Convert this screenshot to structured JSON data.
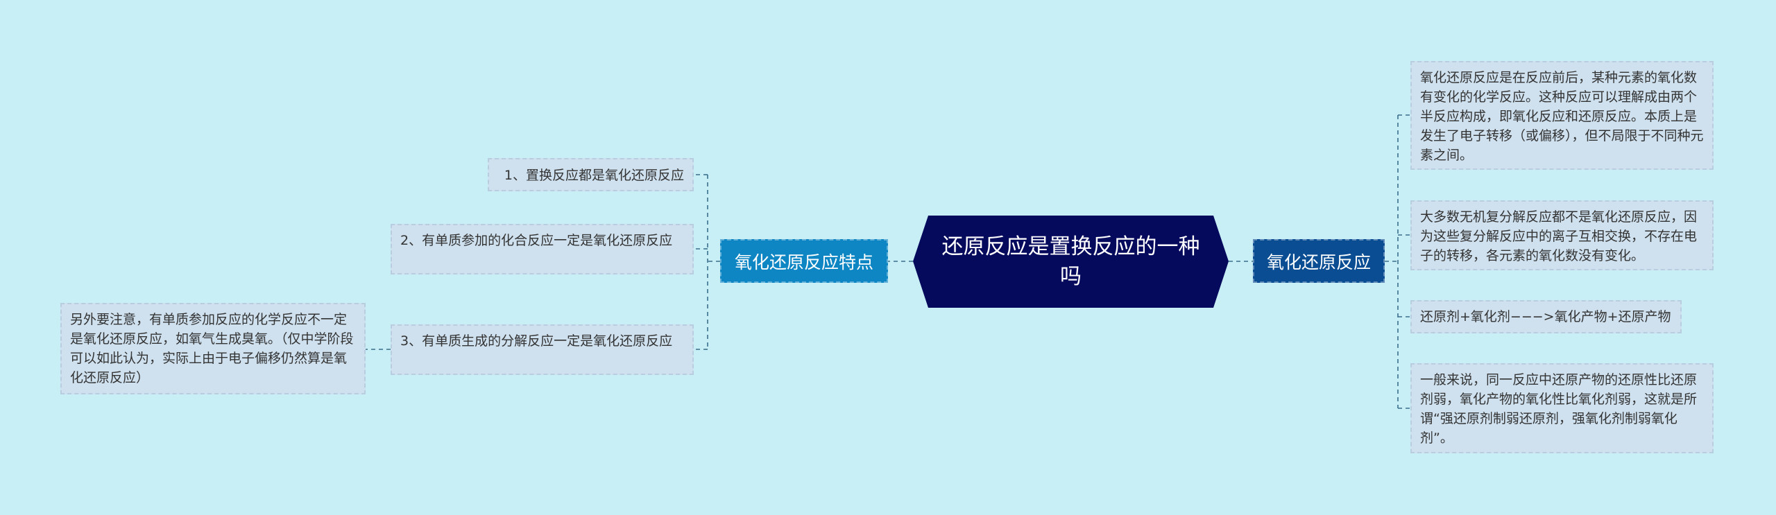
{
  "colors": {
    "background": "#c9eff6",
    "root": "#050a5c",
    "branch_left": "#0f86c4",
    "branch_right": "#0a4d93",
    "leaf": "#cfe1ef",
    "link": "#3a6e8c"
  },
  "root": {
    "text": "还原反应是置换反应的一种吗"
  },
  "left_branch": {
    "label": "氧化还原反应特点",
    "items": [
      {
        "text": "1、置换反应都是氧化还原反应"
      },
      {
        "text": "2、有单质参加的化合反应一定是氧化还原反应"
      },
      {
        "text": "3、有单质生成的分解反应一定是氧化还原反应"
      }
    ],
    "note": {
      "text": "另外要注意，有单质参加反应的化学反应不一定是氧化还原反应，如氧气生成臭氧。（仅中学阶段可以如此认为，实际上由于电子偏移仍然算是氧化还原反应）"
    }
  },
  "right_branch": {
    "label": "氧化还原反应",
    "items": [
      {
        "text": "氧化还原反应是在反应前后，某种元素的氧化数有变化的化学反应。这种反应可以理解成由两个半反应构成，即氧化反应和还原反应。本质上是发生了电子转移（或偏移），但不局限于不同种元素之间。"
      },
      {
        "text": "大多数无机复分解反应都不是氧化还原反应，因为这些复分解反应中的离子互相交换，不存在电子的转移，各元素的氧化数没有变化。"
      },
      {
        "text": "还原剂+氧化剂−−−>氧化产物+还原产物"
      },
      {
        "text": "一般来说，同一反应中还原产物的还原性比还原剂弱，氧化产物的氧化性比氧化剂弱，这就是所谓“强还原剂制弱还原剂，强氧化剂制弱氧化剂”。"
      }
    ]
  }
}
